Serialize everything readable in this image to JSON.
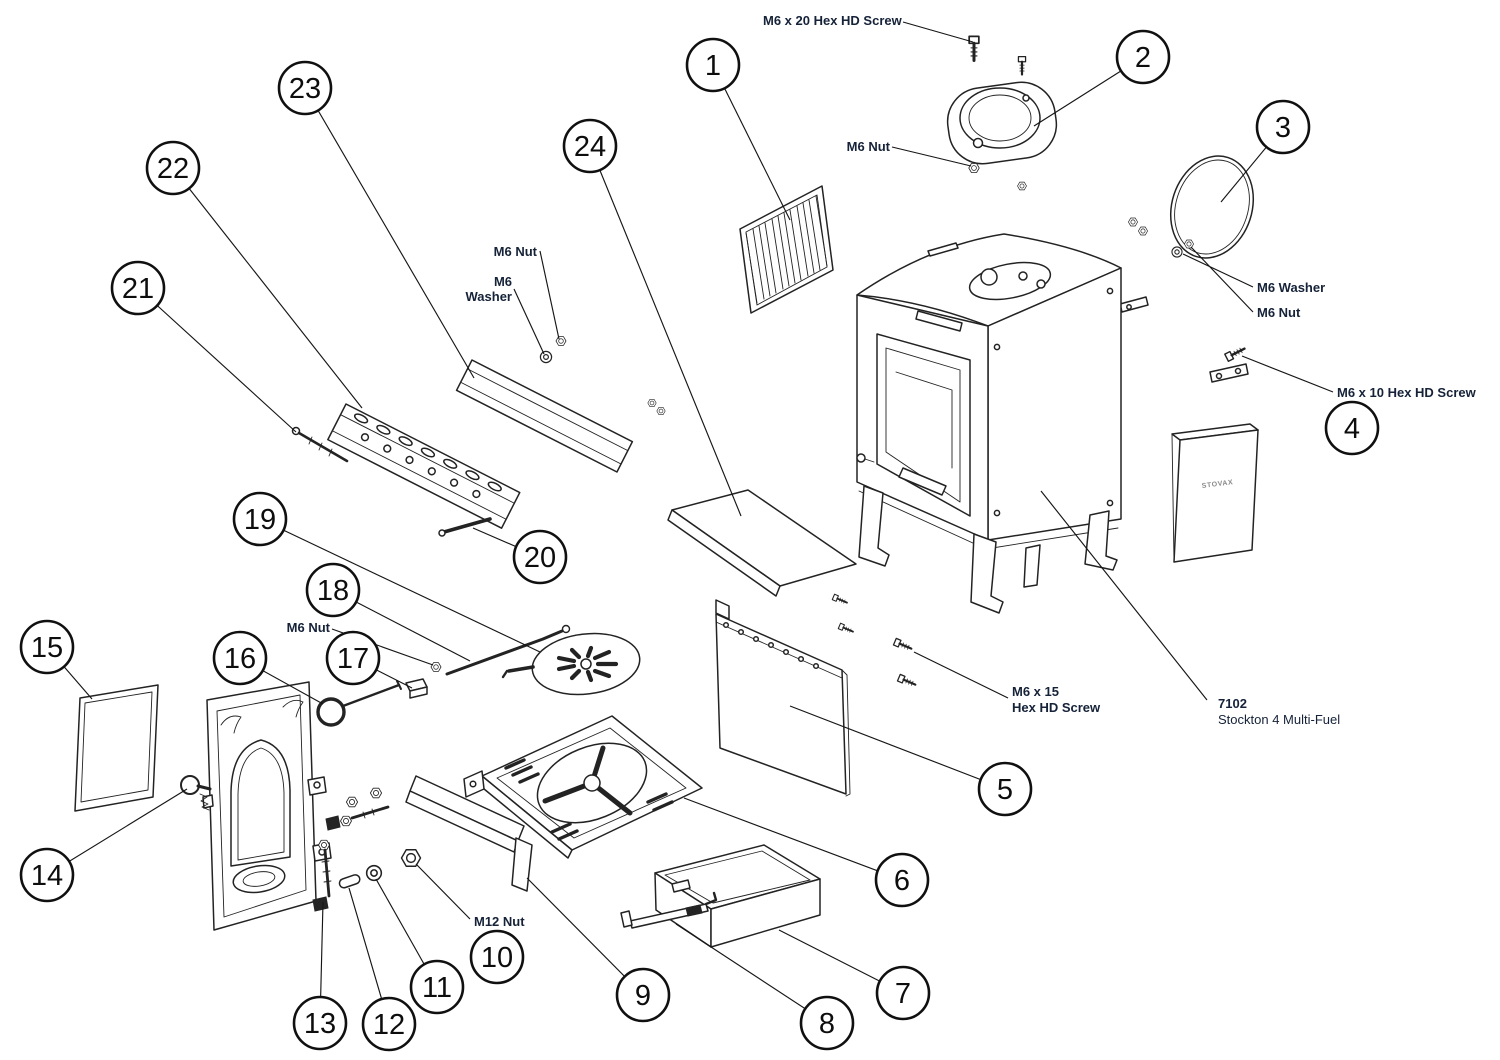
{
  "product": {
    "code": "7102",
    "name": "Stockton 4 Multi-Fuel"
  },
  "callout_numbers": [
    "1",
    "2",
    "3",
    "4",
    "5",
    "6",
    "7",
    "8",
    "9",
    "10",
    "11",
    "12",
    "13",
    "14",
    "15",
    "16",
    "17",
    "18",
    "19",
    "20",
    "21",
    "22",
    "23",
    "24"
  ],
  "labels": {
    "m6x20_hex_screw": "M6 x 20 Hex HD Screw",
    "m6_nut_flue": "M6 Nut",
    "m6_nut_channel": "M6 Nut",
    "m6_washer_channel_line1": "M6",
    "m6_washer_channel_line2": "Washer",
    "m6_washer_plate": "M6 Washer",
    "m6_nut_plate": "M6 Nut",
    "m6x10_hex_screw": "M6 x 10 Hex HD Screw",
    "m6x15_line1": "M6 x 15",
    "m6x15_line2": "Hex HD Screw",
    "m6_nut_door": "M6 Nut",
    "m12_nut": "M12 Nut",
    "brick_brand": "STOVAX"
  }
}
